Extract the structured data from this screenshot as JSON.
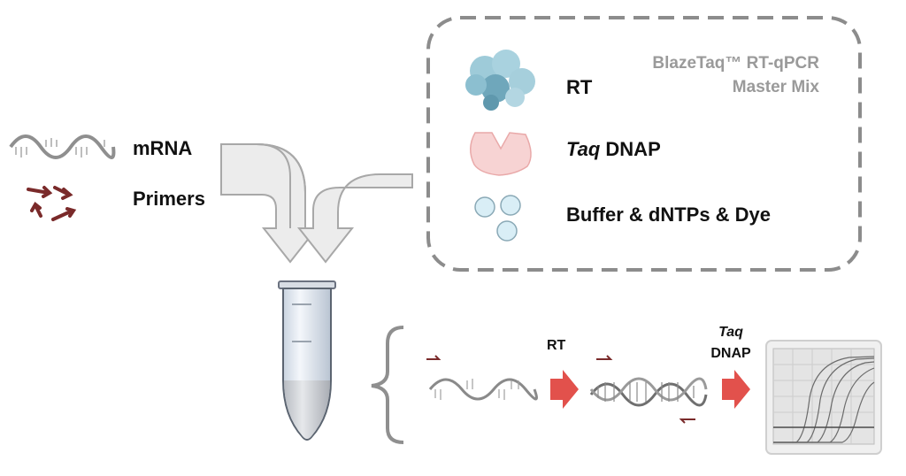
{
  "kit": {
    "title_line1": "BlazeTaq™ RT-qPCR",
    "title_line2": "Master Mix",
    "components": [
      {
        "label": "RT",
        "icon": "rt-enzyme-icon"
      },
      {
        "label_italic": "Taq",
        "label_rest": " DNAP",
        "icon": "taq-dnap-icon"
      },
      {
        "label": "Buffer & dNTPs & Dye",
        "icon": "buffer-bubbles-icon"
      }
    ]
  },
  "inputs": [
    {
      "label": "mRNA",
      "icon": "mrna-wave-icon"
    },
    {
      "label": "Primers",
      "icon": "primer-arrows-icon"
    }
  ],
  "workflow": {
    "step1_label": "RT",
    "step2_label_italic": "Taq",
    "step2_label_rest": "DNAP"
  },
  "colors": {
    "primer": "#7a2a2a",
    "step_arrow": "#e2514c",
    "dashed_border": "#8c8c8c",
    "enzyme_rt": "#8fbfd0",
    "enzyme_taq": "#f6cfcf",
    "bubble": "#d6edf5",
    "flow_arrow_fill": "#ececec",
    "flow_arrow_stroke": "#a8a8a8"
  }
}
